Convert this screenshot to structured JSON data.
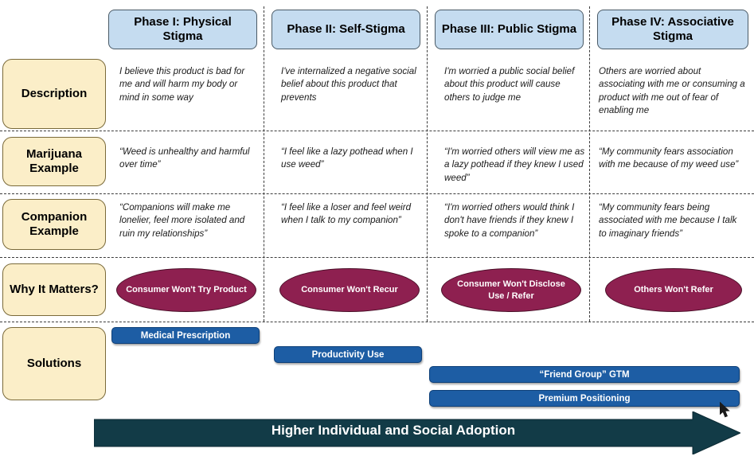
{
  "colors": {
    "header_fill": "#c5dcf0",
    "label_fill": "#fbeec8",
    "ellipse_fill": "#8e2050",
    "bar_fill": "#1d5da4",
    "arrow_fill": "#123b47"
  },
  "phases": [
    {
      "label": "Phase I: Physical Stigma"
    },
    {
      "label": "Phase II: Self-Stigma"
    },
    {
      "label": "Phase III: Public Stigma"
    },
    {
      "label": "Phase IV: Associative Stigma"
    }
  ],
  "rows": [
    {
      "label": "Description",
      "cells": [
        "I believe this product is bad for me and will harm my body or mind in some way",
        "I've internalized a negative social belief about this product that prevents",
        "I'm worried a public social belief about this product will cause others to judge me",
        "Others are worried about associating with me or consuming a product with me out of fear of enabling me"
      ]
    },
    {
      "label": "Marijuana Example",
      "cells": [
        "“Weed is unhealthy and harmful over time”",
        "“I feel like a lazy pothead when I use weed”",
        "“I'm worried others will view me as a lazy pothead if they knew I used weed”",
        "“My community fears association with me because of my weed use”"
      ]
    },
    {
      "label": "Companion Example",
      "cells": [
        "“Companions will make me lonelier, feel more isolated and ruin my relationships”",
        "“I feel like a loser and feel weird when I talk to my companion”",
        "“I'm worried others would think I don't have friends if they knew I spoke to a companion”",
        "“My community fears being associated with me because I talk to imaginary friends”"
      ]
    },
    {
      "label": "Why It Matters?",
      "cells": [
        "Consumer Won't Try Product",
        "Consumer Won't Recur",
        "Consumer Won't Disclose Use / Refer",
        "Others Won't Refer"
      ]
    },
    {
      "label": "Solutions",
      "cells": [
        "",
        "",
        "",
        ""
      ]
    }
  ],
  "solutions": [
    {
      "label": "Medical Prescription"
    },
    {
      "label": "Productivity Use"
    },
    {
      "label": "“Friend Group” GTM"
    },
    {
      "label": "Premium Positioning"
    }
  ],
  "arrow": {
    "label": "Higher Individual and Social Adoption"
  },
  "cursor": {
    "icon": "mouse-pointer-icon"
  }
}
